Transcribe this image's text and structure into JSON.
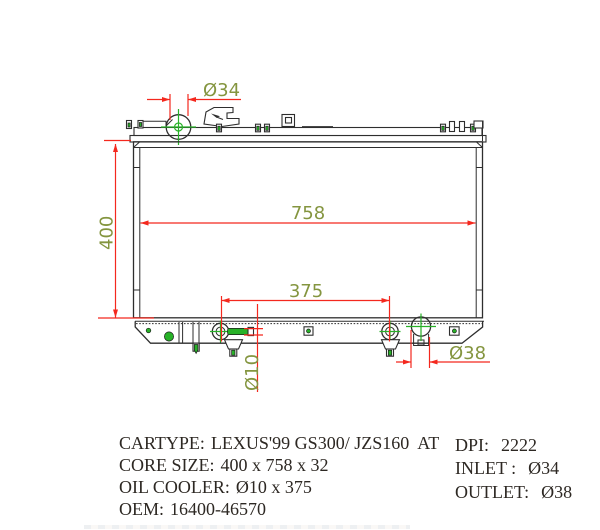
{
  "diagram": {
    "title": "radiator technical drawing",
    "dimensions": {
      "inlet_diameter": "Ø34",
      "core_height": "400",
      "core_width": "758",
      "oil_cooler_span": "375",
      "oil_cooler_diameter": "Ø10",
      "outlet_diameter": "Ø38"
    },
    "colors": {
      "dimension_line": "#f4281e",
      "dimension_text": "#84953f",
      "drawing_line": "#2e2e2e",
      "marker_green": "#27b127",
      "background": "#ffffff"
    }
  },
  "specs": {
    "left": [
      {
        "label": "CARTYPE:",
        "value": "LEXUS'99 GS300/ JZS160  AT"
      },
      {
        "label": "CORE SIZE:",
        "value": "400 x 758 x 32"
      },
      {
        "label": "OIL COOLER:",
        "value": "Ø10 x 375"
      },
      {
        "label": "OEM:",
        "value": "16400-46570"
      }
    ],
    "right": [
      {
        "label": "DPI:",
        "value": "2222"
      },
      {
        "label": "INLET :",
        "value": "Ø34"
      },
      {
        "label": "OUTLET:",
        "value": "Ø38"
      }
    ]
  }
}
